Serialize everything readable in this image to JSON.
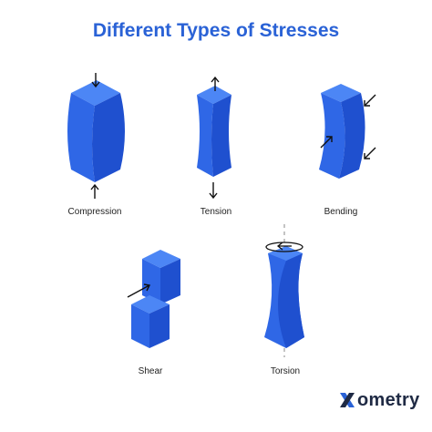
{
  "title": "Different Types of Stresses",
  "labels": {
    "compression": "Compression",
    "tension": "Tension",
    "bending": "Bending",
    "shear": "Shear",
    "torsion": "Torsion"
  },
  "brand": {
    "text": "ometry"
  },
  "colors": {
    "title": "#2a62d6",
    "block_light": "#3f7bf2",
    "block_mid": "#2d62e4",
    "block_dark": "#1f4fcc",
    "arrow": "#111111",
    "brand_mark": "#2a62d6"
  },
  "icons": {
    "arrow": "arrow-icon",
    "torsion_ring": "rotation-arrow-icon",
    "brand_mark": "xometry-x-icon"
  }
}
